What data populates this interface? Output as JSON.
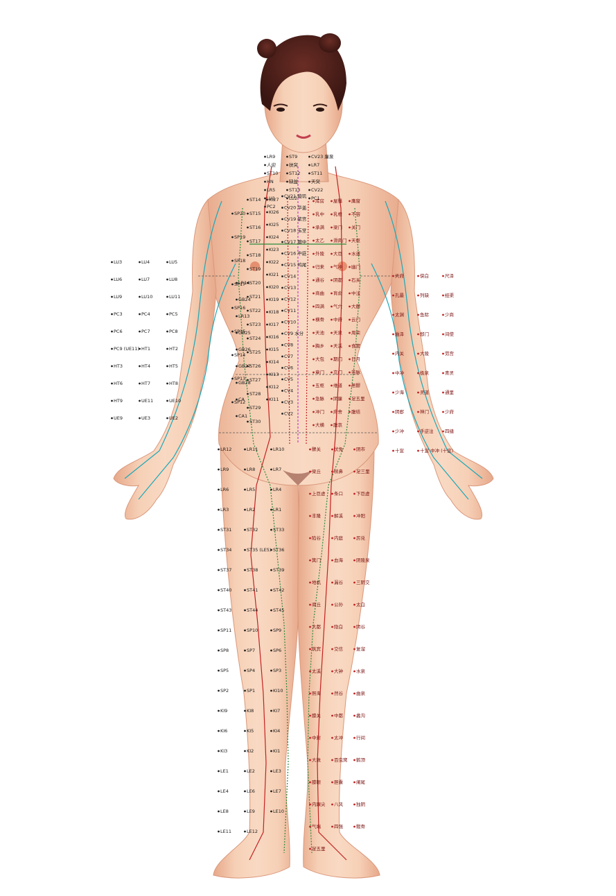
{
  "colors": {
    "background": "#ffffff",
    "skin": "#f3c6a8",
    "skin_shadow": "#e2a487",
    "hair": "#4a1f1a",
    "meridian_cyan": "#1aa8b8",
    "meridian_red": "#c42020",
    "meridian_dashed": "#c040c0",
    "meridian_green": "#2a8a3a",
    "point_dark": "#222222"
  },
  "icons": {
    "figure": "human-body-front-icon",
    "point": "acupoint-dot-icon"
  },
  "labels": {
    "head": [
      "LR9",
      "ST9",
      "CV23 廉泉",
      "人迎",
      "扶突",
      "LR7",
      "ST10",
      "ST12",
      "ST11",
      "HN",
      "缺盆",
      "天突",
      "LR5",
      "ST13",
      "CV22",
      "LU1",
      "LU2",
      "PC1",
      "PC2"
    ],
    "torso_center": [
      "CV21 璇玑",
      "CV20 华盖",
      "CV19 紫宫",
      "CV18 玉堂",
      "CV17 膻中",
      "CV16 中庭",
      "CV15 鸠尾",
      "CV14",
      "CV13",
      "CV12",
      "CV11",
      "CV10",
      "CV9 水分",
      "CV8",
      "CV7",
      "CV6",
      "CV5",
      "CV4",
      "CV3",
      "CV2"
    ],
    "torso_kidney": [
      "KI27",
      "KI26",
      "KI25",
      "KI24",
      "KI23",
      "KI22",
      "KI21",
      "KI20",
      "KI19",
      "KI18",
      "KI17",
      "KI16",
      "KI15",
      "KI14",
      "KI13",
      "KI12",
      "KI11"
    ],
    "torso_stomach": [
      "ST14",
      "ST15",
      "ST16",
      "ST17",
      "ST18",
      "ST19",
      "ST20",
      "ST21",
      "ST22",
      "ST23",
      "ST24",
      "ST25",
      "ST26",
      "ST27",
      "ST28",
      "ST29",
      "ST30"
    ],
    "torso_spleen": [
      "SP20",
      "SP19",
      "SP18",
      "SP17",
      "SP16",
      "SP15",
      "SP14",
      "SP13",
      "SP12"
    ],
    "torso_other": [
      "LR14",
      "GB24",
      "LR13",
      "GB25",
      "GB26",
      "GB27",
      "GB28",
      "CA",
      "CA1"
    ],
    "torso_cn": [
      "库房",
      "屋翳",
      "膺窗",
      "乳中",
      "乳根",
      "不容",
      "承满",
      "梁门",
      "关门",
      "太乙",
      "滑肉门",
      "天枢",
      "外陵",
      "大巨",
      "水道",
      "归来",
      "气冲",
      "幽门",
      "通谷",
      "阴都",
      "石关",
      "商曲",
      "肓俞",
      "中注",
      "四满",
      "气穴",
      "大赫",
      "横骨",
      "中府",
      "云门",
      "天池",
      "天泉",
      "周荣",
      "胸乡",
      "天溪",
      "食窦",
      "大包",
      "期门",
      "日月",
      "章门",
      "京门",
      "带脉",
      "五枢",
      "维道",
      "居髎",
      "急脉",
      "阴廉",
      "足五里",
      "冲门",
      "府舍",
      "腹结",
      "大横",
      "腹哀"
    ],
    "arm_right": [
      "LU3",
      "LU4",
      "LU5",
      "LU6",
      "LU7",
      "LU8",
      "LU9",
      "LU10",
      "LU11",
      "PC3",
      "PC4",
      "PC5",
      "PC6",
      "PC7",
      "PC8",
      "PC9 (UE11)",
      "HT1",
      "HT2",
      "HT3",
      "HT4",
      "HT5",
      "HT6",
      "HT7",
      "HT8",
      "HT9",
      "UE11",
      "UE10",
      "UE9",
      "UE3",
      "UE2"
    ],
    "arm_left": [
      "天府",
      "侠白",
      "尺泽",
      "孔最",
      "列缺",
      "经渠",
      "太渊",
      "鱼际",
      "少商",
      "曲泽",
      "郄门",
      "间使",
      "内关",
      "大陵",
      "劳宫",
      "中冲",
      "极泉",
      "青灵",
      "少海",
      "灵道",
      "通里",
      "阴郄",
      "神门",
      "少府",
      "少冲",
      "手逆注",
      "四缝",
      "十宣",
      "十宣 中冲 (十宣)"
    ],
    "leg_right": [
      "LR12",
      "LR11",
      "LR10",
      "LR9",
      "LR8",
      "LR7",
      "LR6",
      "LR5",
      "LR4",
      "LR3",
      "LR2",
      "LR1",
      "ST31",
      "ST32",
      "ST33",
      "ST34",
      "ST35 (LE5)",
      "ST36",
      "ST37",
      "ST38",
      "ST39",
      "ST40",
      "ST41",
      "ST42",
      "ST43",
      "ST44",
      "ST45",
      "SP11",
      "SP10",
      "SP9",
      "SP8",
      "SP7",
      "SP6",
      "SP5",
      "SP4",
      "SP3",
      "SP2",
      "SP1",
      "KI10",
      "KI9",
      "KI8",
      "KI7",
      "KI6",
      "KI5",
      "KI4",
      "KI3",
      "KI2",
      "KI1",
      "LE1",
      "LE2",
      "LE3",
      "LE4",
      "LE6",
      "LE7",
      "LE8",
      "LE9",
      "LE10",
      "LE11",
      "LE12"
    ],
    "leg_left": [
      "髀关",
      "伏兔",
      "阴市",
      "梁丘",
      "犊鼻",
      "足三里",
      "上巨虚",
      "条口",
      "下巨虚",
      "丰隆",
      "解溪",
      "冲阳",
      "陷谷",
      "内庭",
      "厉兑",
      "箕门",
      "血海",
      "阴陵泉",
      "地机",
      "漏谷",
      "三阴交",
      "商丘",
      "公孙",
      "太白",
      "大都",
      "隐白",
      "阴谷",
      "筑宾",
      "交信",
      "复溜",
      "太溪",
      "大钟",
      "水泉",
      "照海",
      "然谷",
      "曲泉",
      "膝关",
      "中都",
      "蠡沟",
      "中封",
      "太冲",
      "行间",
      "大敦",
      "百虫窝",
      "鹤顶",
      "膝眼",
      "胆囊",
      "阑尾",
      "内踝尖",
      "八风",
      "独阴",
      "气端",
      "四强",
      "髋骨",
      "足五里"
    ]
  }
}
